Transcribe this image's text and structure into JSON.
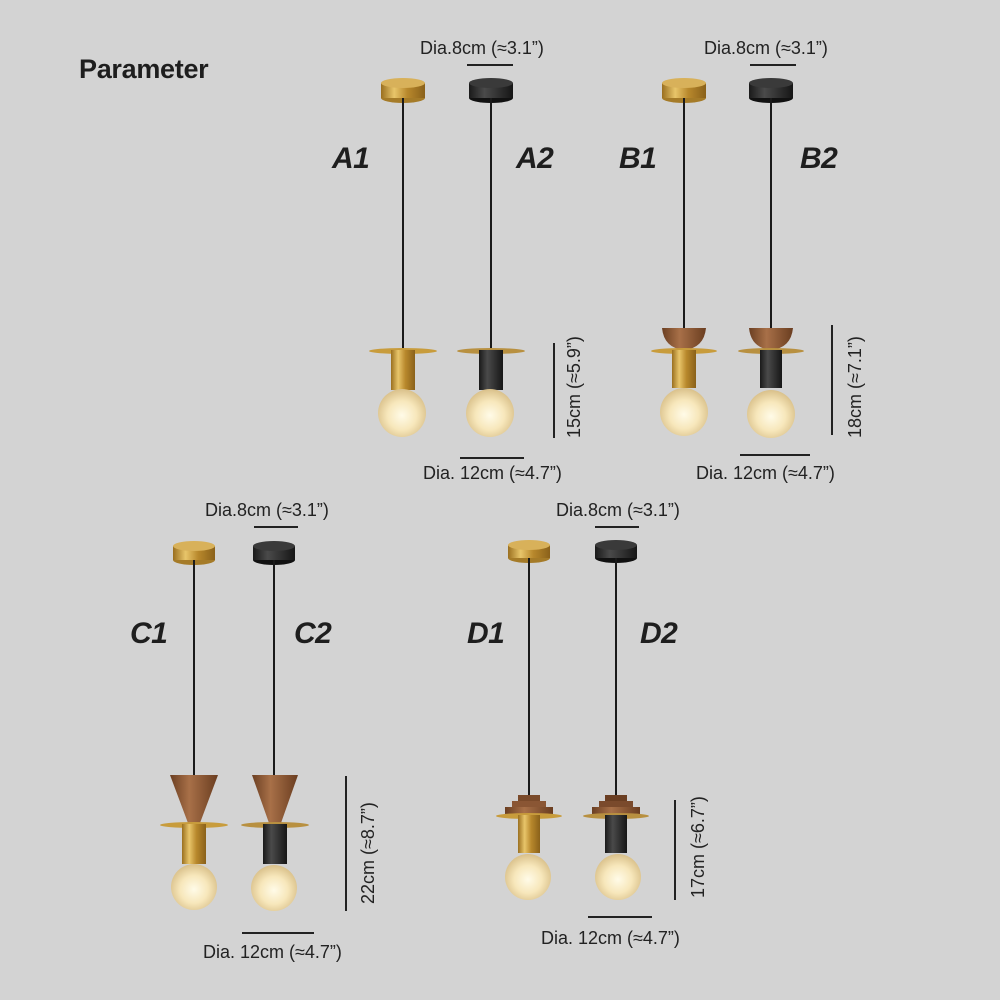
{
  "title": "Parameter",
  "colors": {
    "background": "#d3d3d3",
    "brass": "#c49a3a",
    "black": "#222222",
    "wood": "#8a5a36",
    "bulb": "#f6e6b8"
  },
  "groups": [
    {
      "id": "A",
      "canopy_dia": "Dia.8cm (≈3.1”)",
      "shade_dia": "Dia. 12cm (≈4.7”)",
      "height": "15cm (≈5.9”)",
      "variants": [
        {
          "label": "A1",
          "finish": "brass",
          "top": "none"
        },
        {
          "label": "A2",
          "finish": "black",
          "top": "none"
        }
      ]
    },
    {
      "id": "B",
      "canopy_dia": "Dia.8cm (≈3.1”)",
      "shade_dia": "Dia. 12cm (≈4.7”)",
      "height": "18cm (≈7.1”)",
      "variants": [
        {
          "label": "B1",
          "finish": "brass",
          "top": "wood-bowl"
        },
        {
          "label": "B2",
          "finish": "black",
          "top": "wood-bowl"
        }
      ]
    },
    {
      "id": "C",
      "canopy_dia": "Dia.8cm (≈3.1”)",
      "shade_dia": "Dia. 12cm (≈4.7”)",
      "height": "22cm (≈8.7”)",
      "variants": [
        {
          "label": "C1",
          "finish": "brass",
          "top": "wood-cone"
        },
        {
          "label": "C2",
          "finish": "black",
          "top": "wood-cone"
        }
      ]
    },
    {
      "id": "D",
      "canopy_dia": "Dia.8cm (≈3.1”)",
      "shade_dia": "Dia. 12cm (≈4.7”)",
      "height": "17cm (≈6.7”)",
      "variants": [
        {
          "label": "D1",
          "finish": "brass",
          "top": "wood-stepped"
        },
        {
          "label": "D2",
          "finish": "black",
          "top": "wood-stepped"
        }
      ]
    }
  ]
}
